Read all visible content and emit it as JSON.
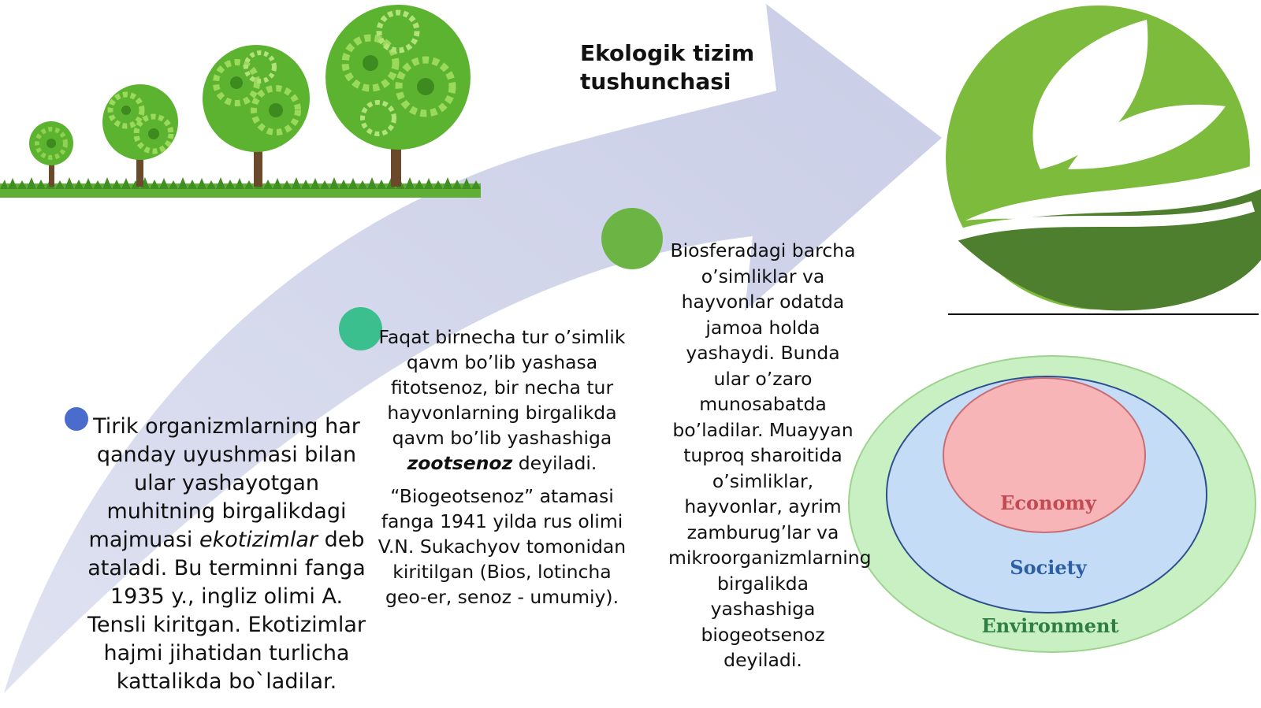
{
  "title_line1": "Ekologik tizim",
  "title_line2": "tushunchasi",
  "block1": {
    "before_italic": "Tirik organizmlarning har qanday uyushmasi bilan ular yashayotgan muhitning birgalikdagi majmuasi ",
    "italic": "ekotizimlar",
    "after_italic": " deb ataladi. Bu terminni fanga 1935 y., ingliz olimi A. Tensli kiritgan. Ekotizimlar hajmi jihatidan turlicha kattalikda bo`ladilar."
  },
  "block2": {
    "para1_before": "Faqat birnecha tur o’simlik qavm bo’lib yashasa fitotsenoz, bir necha tur hayvonlarning birgalikda qavm bo’lib yashashiga ",
    "para1_emph": "zootsenoz",
    "para1_after": " deyiladi.",
    "para2": "“Biogeotsenoz” atamasi fanga 1941 yilda rus olimi V.N. Sukachyov tomonidan kiritilgan (Bios, lotincha geo-er, senoz - umumiy)."
  },
  "block3": "Biosferadagi barcha o’simliklar va hayvonlar odatda jamoa holda yashaydi. Bunda ular o’zaro munosabatda bo’ladilar. Muayyan tuproq sharoitida o’simliklar, hayvonlar, ayrim zamburug’lar va mikroorganizmlarning birgalikda yashashiga biogeotsenoz deyiladi.",
  "venn": {
    "inner": "Economy",
    "middle": "Society",
    "outer": "Environment"
  },
  "colors": {
    "arrow": "#d2d6ec",
    "bullet1": "#4a6ccc",
    "bullet2": "#3cbf8e",
    "bullet3": "#6cb545",
    "logo_light": "#7dbb3c",
    "logo_dark": "#4d7f2e",
    "venn_outer": "#c9f0c2",
    "venn_middle": "#c4dcf5",
    "venn_inner": "#f7b5b8"
  },
  "icons": [
    "gear-tree-icon",
    "leaf-logo-icon"
  ]
}
